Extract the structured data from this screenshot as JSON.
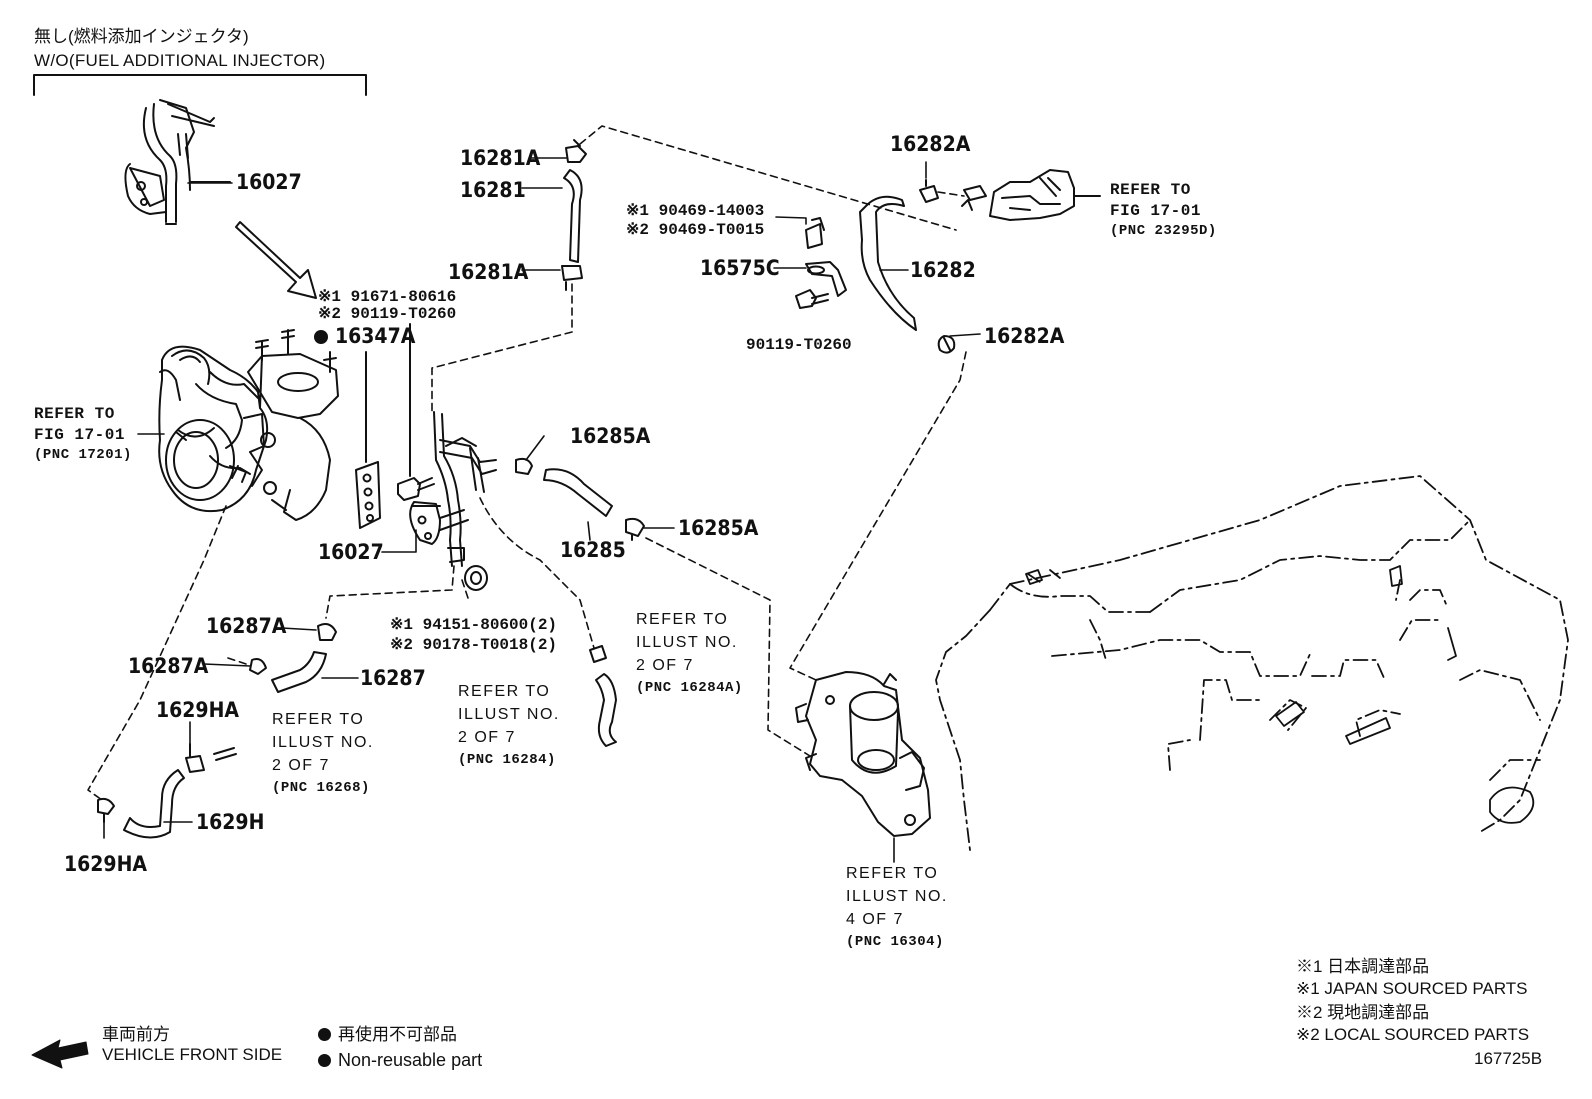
{
  "header": {
    "line1": "無し(燃料添加インジェクタ)",
    "line2": "W/O(FUEL ADDITIONAL INJECTOR)"
  },
  "parts": {
    "p16027_top": "16027",
    "p16027_mid": "16027",
    "p16281A_top": "16281A",
    "p16281": "16281",
    "p16281A_bot": "16281A",
    "p16282A_top": "16282A",
    "p16282": "16282",
    "p16282A_bot": "16282A",
    "p16575C": "16575C",
    "p90119_right": "90119-T0260",
    "p90469_1": "※1 90469-14003",
    "p90469_2": "※2 90469-T0015",
    "p91671_1": "※1 91671-80616",
    "p90119_2": "※2 90119-T0260",
    "p16347A": "16347A",
    "p16285A_top": "16285A",
    "p16285": "16285",
    "p16285A_bot": "16285A",
    "p94151_1": "※1 94151-80600(2)",
    "p90178_2": "※2 90178-T0018(2)",
    "p16287A_top": "16287A",
    "p16287A_bot": "16287A",
    "p16287": "16287",
    "p1629HA_top": "1629HA",
    "p1629H": "1629H",
    "p1629HA_bot": "1629HA"
  },
  "refs": {
    "ref_23295D": [
      "REFER TO",
      "FIG 17-01",
      "(PNC 23295D)"
    ],
    "ref_17201": [
      "REFER TO",
      "FIG 17-01",
      "(PNC 17201)"
    ],
    "ref_16268": [
      "REFER TO",
      "ILLUST NO.",
      "2 OF 7",
      "(PNC 16268)"
    ],
    "ref_16284": [
      "REFER TO",
      "ILLUST NO.",
      "2 OF 7",
      "(PNC 16284)"
    ],
    "ref_16284A": [
      "REFER TO",
      "ILLUST NO.",
      "2 OF 7",
      "(PNC 16284A)"
    ],
    "ref_16304": [
      "REFER TO",
      "ILLUST NO.",
      "4 OF 7",
      "(PNC 16304)"
    ]
  },
  "legend": {
    "front_jp": "車両前方",
    "front_en": "VEHICLE FRONT SIDE",
    "nonreuse_jp": "再使用不可部品",
    "nonreuse_en": "Non-reusable part",
    "note1_jp": "※1 日本調達部品",
    "note1_en": "※1 JAPAN SOURCED PARTS",
    "note2_jp": "※2 現地調達部品",
    "note2_en": "※2 LOCAL SOURCED PARTS",
    "diagram_id": "167725B"
  },
  "icons": {
    "front_arrow": "front-arrow-icon",
    "nonreuse_dot": "filled-dot-icon"
  }
}
